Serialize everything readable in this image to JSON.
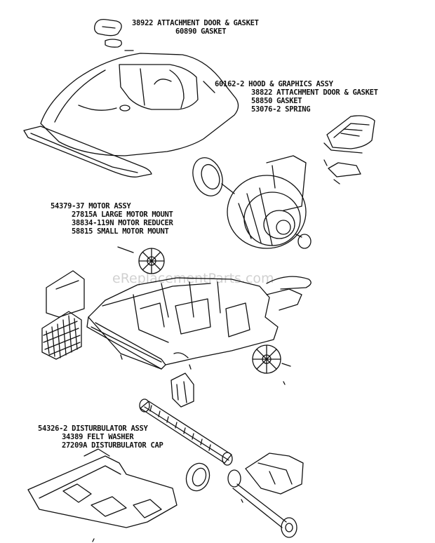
{
  "labels": {
    "group_top": [
      "38922 ATTACHMENT DOOR & GASKET",
      "60890 GASKET"
    ],
    "group_hood": [
      "60162-2 HOOD & GRAPHICS ASSY",
      "38822 ATTACHMENT DOOR & GASKET",
      "58850 GASKET",
      "53076-2 SPRING"
    ],
    "group_motor": [
      "54379-37 MOTOR ASSY",
      "27815A LARGE MOTOR MOUNT",
      "38834-119N MOTOR REDUCER",
      "58815 SMALL MOTOR MOUNT"
    ],
    "group_disturbulator": [
      "54326-2 DISTURBULATOR ASSY",
      "34389 FELT WASHER",
      "27209A DISTURBULATOR CAP"
    ]
  },
  "watermark": "eReplacementParts.com",
  "colors": {
    "ink": "#111111",
    "paper": "#ffffff"
  }
}
